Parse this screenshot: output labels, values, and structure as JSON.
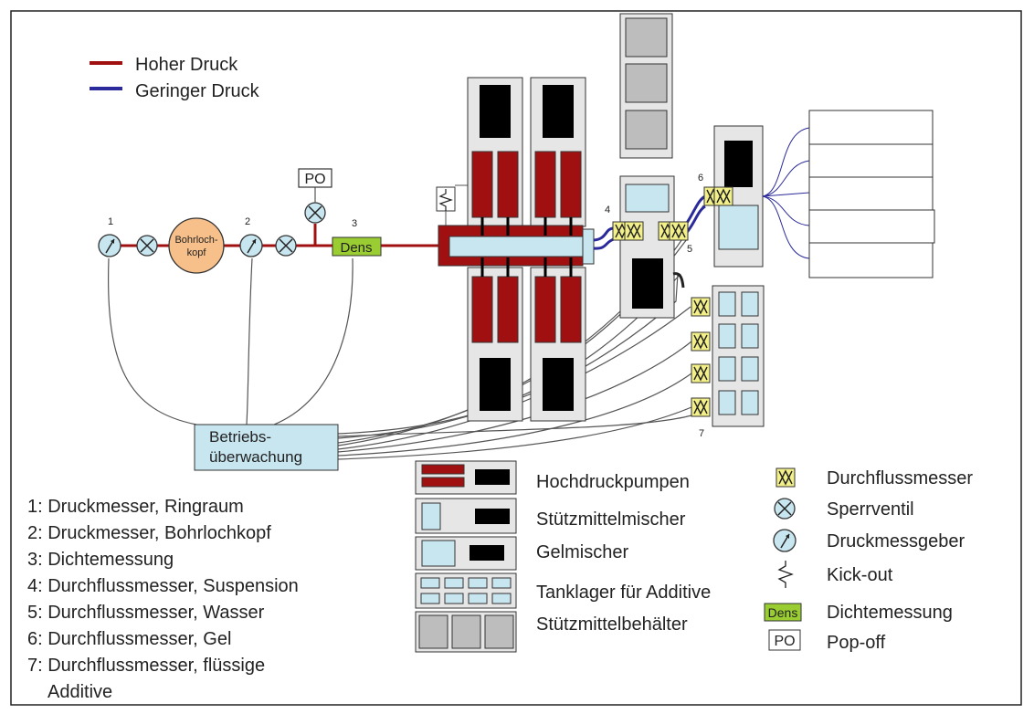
{
  "colors": {
    "high_pressure": "#a01010",
    "low_pressure": "#2a2a9a",
    "equipment_fill": "#e6e6e6",
    "tank_fill": "#c8e6f0",
    "density_fill": "#9acd32",
    "wellhead_fill": "#f7c08a",
    "pump_block": "#000000",
    "proppant_gray": "#bdbdbd",
    "flowmeter_fill": "#f3f08a"
  },
  "legend_top": {
    "high": "Hoher Druck",
    "low": "Geringer Druck"
  },
  "diagram": {
    "wellhead_label_1": "Bohrloch-",
    "wellhead_label_2": "kopf",
    "po_label": "PO",
    "dens_label": "Dens",
    "monitor_label_1": "Betriebs-",
    "monitor_label_2": "überwachung",
    "node_numbers": [
      "1",
      "2",
      "3",
      "4",
      "5",
      "6",
      "7"
    ]
  },
  "numbered_list": [
    "1: Druckmesser, Ringraum",
    "2: Druckmesser, Bohrlochkopf",
    "3: Dichtemessung",
    "4: Durchflussmesser, Suspension",
    "5: Durchflussmesser, Wasser",
    "6: Durchflussmesser, Gel",
    "7: Durchflussmesser, flüssige",
    "Additive"
  ],
  "equipment_legend": [
    "Hochdruckpumpen",
    "Stützmittelmischer",
    "Gelmischer",
    "Tanklager für Additive",
    "Stützmittelbehälter"
  ],
  "symbol_legend": {
    "flowmeter": "Durchflussmesser",
    "valve": "Sperrventil",
    "gauge": "Druckmessgeber",
    "kickout": "Kick-out",
    "dens_symbol": "Dens",
    "dens": "Dichtemessung",
    "po_symbol": "PO",
    "popoff": "Pop-off"
  }
}
